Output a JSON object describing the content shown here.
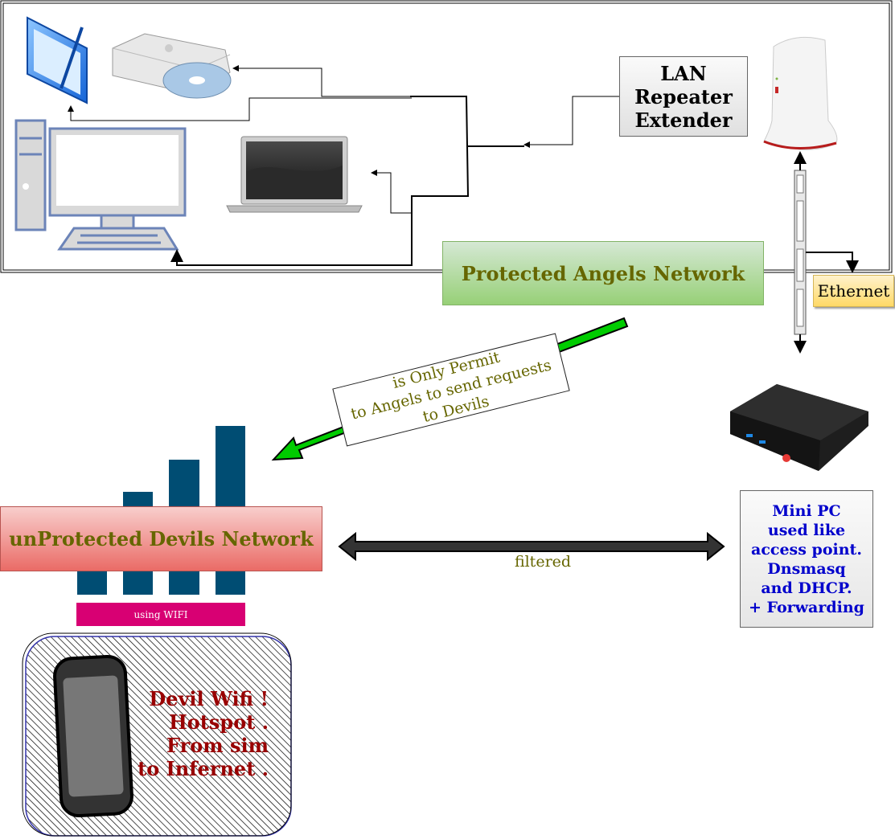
{
  "lan_repeater": {
    "label": "LAN\nRepeater\nExtender"
  },
  "protected_network": {
    "label": "Protected Angels Network"
  },
  "ethernet": {
    "label": "Ethernet"
  },
  "permit_note": {
    "label": "is Only Permit\nto Angels to send requests\nto Devils"
  },
  "unprotected_network": {
    "label": "unProtected Devils Network"
  },
  "wifi_tag": {
    "label": "using WIFI"
  },
  "link_label": {
    "label": "filtered"
  },
  "mini_pc": {
    "label": "Mini PC\nused like\naccess point.\nDnsmasq\nand DHCP.\n+ Forwarding"
  },
  "hotspot": {
    "label": "Devil Wifi !\nHotspot .\nFrom sim\nto Infernet ."
  },
  "colors": {
    "protected_fill": "#97d077",
    "unprotected_fill": "#ea6b66",
    "wifi_tag_fill": "#d80073",
    "label_olive": "#666600",
    "mini_pc_text": "#0000cc",
    "hotspot_text": "#990000",
    "permit_arrow": "#00cc00",
    "signal_bars": "#004d73"
  }
}
